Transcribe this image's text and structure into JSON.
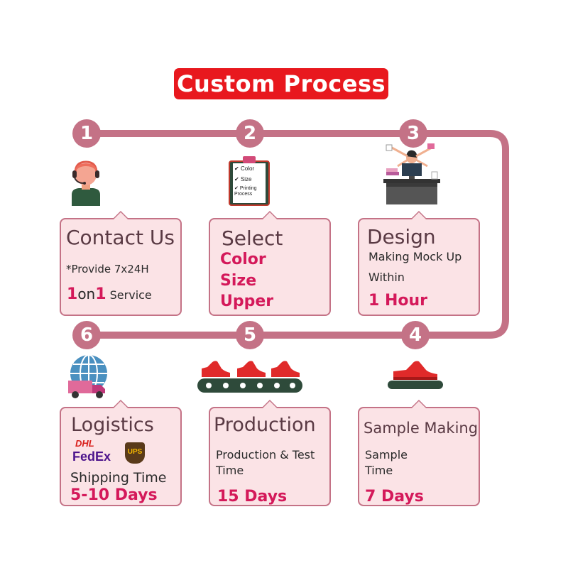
{
  "title": "Custom Process",
  "colors": {
    "banner": "#e8181e",
    "track": "#c47286",
    "card_fill": "#fbe3e6",
    "accent": "#d4195a"
  },
  "steps": [
    {
      "number": "1",
      "icon": "customer-service-icon",
      "heading": "Contact Us",
      "line1": "*Provide 7x24H",
      "service": {
        "n1": "1",
        "on": "on",
        "n2": "1",
        "rest": "Service"
      }
    },
    {
      "number": "2",
      "icon": "clipboard-checklist-icon",
      "heading": "Select",
      "clipboard_items": [
        "Color",
        "Size",
        "Printing Process"
      ],
      "options": [
        "Color",
        "Size",
        "Upper"
      ]
    },
    {
      "number": "3",
      "icon": "designer-desk-icon",
      "heading": "Design",
      "line1": "Making Mock Up",
      "line2": "Within",
      "emphasis": "1 Hour"
    },
    {
      "number": "4",
      "icon": "single-shoe-sole-icon",
      "heading": "Sample Making",
      "line1": "Sample",
      "line2": "Time",
      "emphasis": "7 Days"
    },
    {
      "number": "5",
      "icon": "conveyor-belt-icon",
      "heading": "Production",
      "line1": "Production & Test",
      "line2": "Time",
      "emphasis": "15 Days"
    },
    {
      "number": "6",
      "icon": "globe-truck-icon",
      "heading": "Logistics",
      "carriers": [
        "DHL",
        "FedEx",
        "UPS"
      ],
      "line1": "Shipping Time",
      "emphasis": "5-10 Days"
    }
  ]
}
